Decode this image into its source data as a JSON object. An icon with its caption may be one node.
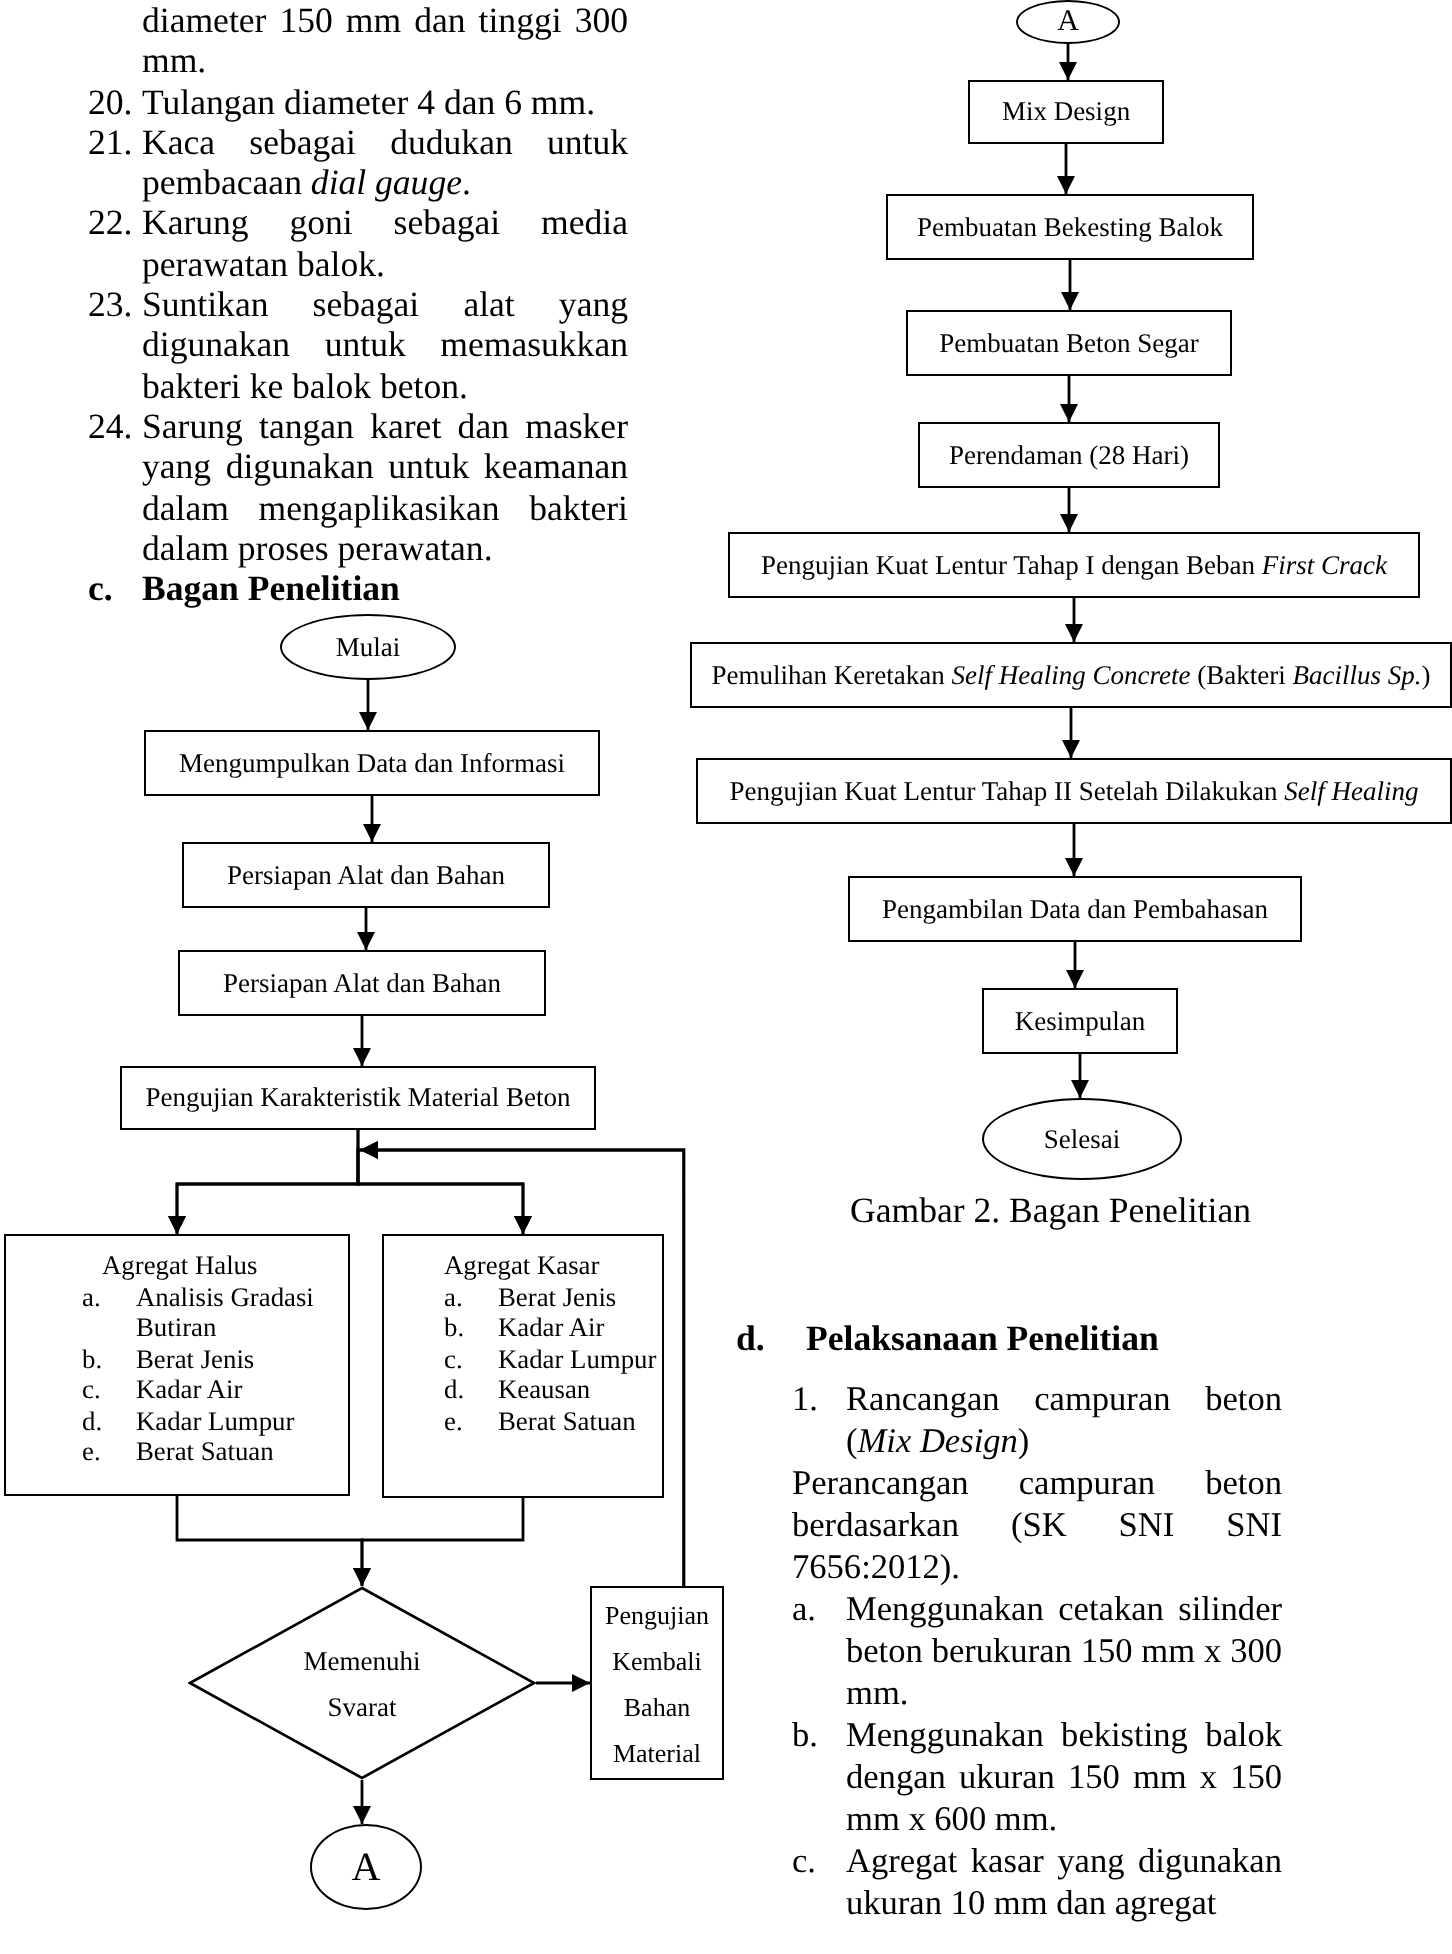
{
  "diagram": {
    "caption": "Gambar 2. Bagan Penelitian",
    "nodes": [
      {
        "text": [
          "Mulai"
        ]
      },
      {
        "text": [
          "Mengumpulkan Data dan Informasi"
        ]
      },
      {
        "text": [
          "Persiapan Alat dan Bahan"
        ]
      },
      {
        "text": [
          "Persiapan Alat dan Bahan"
        ]
      },
      {
        "text": [
          "Pengujian Karakteristik Material Beton"
        ]
      },
      {
        "text": [
          "Agregat Halus",
          "a.",
          "Analisis Gradasi Butiran",
          "b.",
          "Berat Jenis",
          "c.",
          "Kadar Air",
          "d.",
          "Kadar Lumpur",
          "e.",
          "Berat Satuan"
        ]
      },
      {
        "text": [
          "Agregat Kasar",
          "a.",
          "Berat Jenis",
          "b.",
          "Kadar Air",
          "c.",
          "Kadar Lumpur",
          "d.",
          "Keausan",
          "e.",
          "Berat Satuan"
        ]
      },
      {
        "text": [
          "Memenuhi Svarat"
        ]
      },
      {
        "text": [
          "Pengujian Kembali Bahan Material"
        ]
      },
      {
        "text": [
          "A"
        ]
      },
      {
        "text": [
          "A"
        ]
      },
      {
        "text": [
          "Mix Design"
        ]
      },
      {
        "text": [
          "Pembuatan Bekesting Balok"
        ]
      },
      {
        "text": [
          "Pembuatan Beton Segar"
        ]
      },
      {
        "text": [
          "Perendaman (28 Hari)"
        ]
      },
      {
        "text": [
          "Pengujian Kuat Lentur Tahap I dengan Beban *First Crack*"
        ]
      },
      {
        "text": [
          "Pemulihan Keretakan *Self Healing Concrete* (Bakteri *Bacillus Sp.*)"
        ]
      },
      {
        "text": [
          "Pengujian Kuat Lentur Tahap II Setelah Dilakukan *Self Healing*"
        ]
      },
      {
        "text": [
          "Pengambilan Data dan Pembahasan"
        ]
      },
      {
        "text": [
          "Kesimpulan"
        ]
      },
      {
        "text": [
          "Selesai"
        ]
      }
    ],
    "edges": [
      {
        "from": 0,
        "to": 1,
        "arrow": "to"
      },
      {
        "from": 1,
        "to": 2,
        "arrow": "to"
      },
      {
        "from": 2,
        "to": 3,
        "arrow": "to"
      },
      {
        "from": 3,
        "to": 4,
        "arrow": "to"
      },
      {
        "from": 4,
        "to": 5,
        "arrow": "to"
      },
      {
        "from": 4,
        "to": 6,
        "arrow": "to"
      },
      {
        "from": 8,
        "to": 5,
        "arrow": "to"
      },
      {
        "from": 8,
        "to": 6,
        "arrow": "to"
      },
      {
        "from": 5,
        "to": 7,
        "arrow": "to"
      },
      {
        "from": 6,
        "to": 7,
        "arrow": "to"
      },
      {
        "from": 7,
        "to": 8,
        "arrow": "to"
      },
      {
        "from": 7,
        "to": 9,
        "arrow": "to"
      },
      {
        "from": 10,
        "to": 11,
        "arrow": "to"
      },
      {
        "from": 11,
        "to": 12,
        "arrow": "to"
      },
      {
        "from": 12,
        "to": 13,
        "arrow": "to"
      },
      {
        "from": 13,
        "to": 14,
        "arrow": "to"
      },
      {
        "from": 14,
        "to": 15,
        "arrow": "to"
      },
      {
        "from": 15,
        "to": 16,
        "arrow": "to"
      },
      {
        "from": 16,
        "to": 17,
        "arrow": "to"
      },
      {
        "from": 17,
        "to": 18,
        "arrow": "to"
      },
      {
        "from": 18,
        "to": 19,
        "arrow": "to"
      },
      {
        "from": 19,
        "to": 20,
        "arrow": "to"
      }
    ],
    "labels": [
      "diameter 150 mm dan tinggi 300 mm.",
      "20.",
      "Tulangan diameter 4 dan 6 mm.",
      "21.",
      "Kaca sebagai dudukan untuk pembacaan *dial gauge*.",
      "22.",
      "Karung goni sebagai media perawatan balok.",
      "23.",
      "Suntikan sebagai alat yang digunakan untuk memasukkan bakteri ke balok beton.",
      "24.",
      "Sarung tangan karet dan masker yang digunakan untuk keamanan dalam mengaplikasikan bakteri dalam proses perawatan.",
      "c.",
      "Bagan Penelitian",
      "d.",
      "Pelaksanaan Penelitian",
      "1.",
      "Rancangan campuran beton (*Mix Design*)",
      "Perancangan campuran beton berdasarkan (SK SNI SNI 7656:2012).",
      "a.",
      "Menggunakan cetakan silinder beton berukuran 150 mm x 300 mm.",
      "b.",
      "Menggunakan bekisting balok dengan ukuran 150 mm x 150 mm x 600 mm.",
      "c.",
      "Agregat kasar yang digunakan ukuran 10 mm dan agregat"
    ]
  }
}
